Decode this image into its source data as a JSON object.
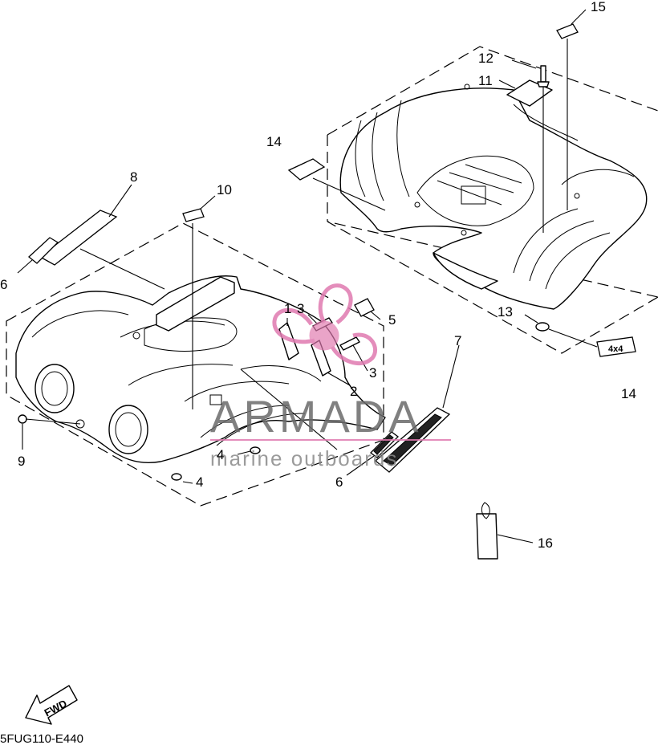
{
  "callouts": [
    {
      "id": "c1",
      "text": "1"
    },
    {
      "id": "c2",
      "text": "2"
    },
    {
      "id": "c3a",
      "text": "3"
    },
    {
      "id": "c3b",
      "text": "3"
    },
    {
      "id": "c4a",
      "text": "4"
    },
    {
      "id": "c4b",
      "text": "4"
    },
    {
      "id": "c5",
      "text": "5"
    },
    {
      "id": "c6a",
      "text": "6"
    },
    {
      "id": "c6b",
      "text": "6"
    },
    {
      "id": "c7",
      "text": "7"
    },
    {
      "id": "c8",
      "text": "8"
    },
    {
      "id": "c9",
      "text": "9"
    },
    {
      "id": "c10",
      "text": "10"
    },
    {
      "id": "c11",
      "text": "11"
    },
    {
      "id": "c12",
      "text": "12"
    },
    {
      "id": "c13",
      "text": "13"
    },
    {
      "id": "c14a",
      "text": "14"
    },
    {
      "id": "c14b",
      "text": "14"
    },
    {
      "id": "c15",
      "text": "15"
    },
    {
      "id": "c16",
      "text": "16"
    }
  ],
  "fwd_label": "FWD",
  "decal_4x4": "4x4",
  "diagram_code": "5FUG110-E440",
  "watermark": {
    "brand": "ARMADA",
    "tagline": "marine outboards",
    "logo_color": "#e07ab0",
    "line_color": "#e07ab0"
  }
}
